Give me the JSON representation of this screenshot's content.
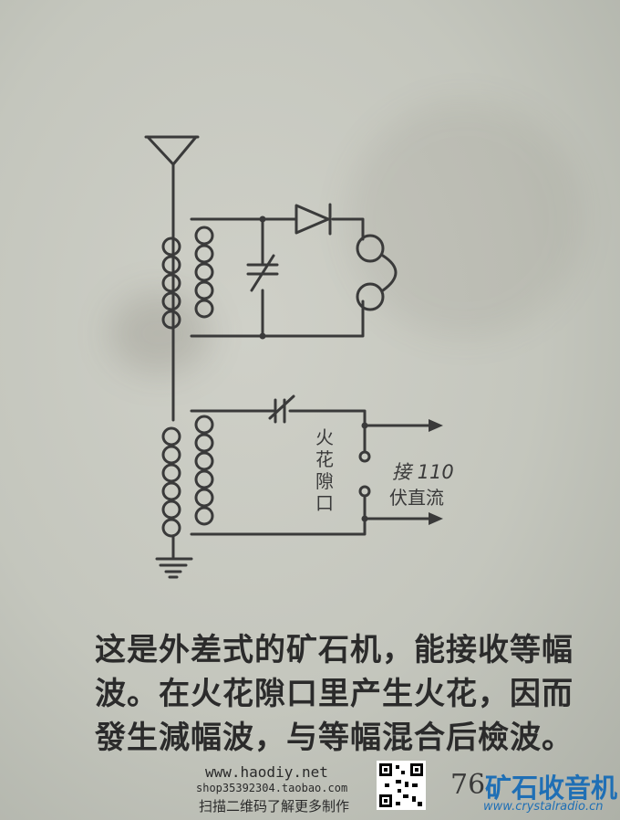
{
  "diagram": {
    "spark_gap_label": [
      "火",
      "花",
      "隙",
      "口"
    ],
    "connect_label_line1": "接 110",
    "connect_label_line2": "伏直流"
  },
  "caption": {
    "line1": "这是外差式的矿石机，能接收等幅",
    "line2": "波。在火花隙口里产生火花，因而",
    "line3": "發生減幅波，与等幅混合后檢波。"
  },
  "page_number": "76",
  "watermark": {
    "url": "www.haodiy.net",
    "shop": "shop35392304.taobao.com",
    "prompt": "扫描二维码了解更多制作",
    "brand_name": "矿石收音机",
    "brand_url": "www.crystalradio.cn"
  }
}
